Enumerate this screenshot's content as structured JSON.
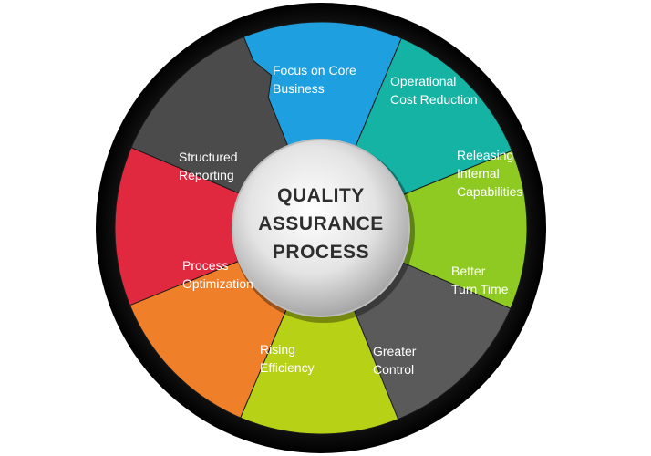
{
  "diagram": {
    "center": {
      "lines": [
        "QUALITY",
        "ASSURANCE",
        "PROCESS"
      ]
    },
    "segments": [
      {
        "lines": [
          "Focus on Core",
          "Business"
        ],
        "color": "#1ea0e0"
      },
      {
        "lines": [
          "Operational",
          "Cost Reduction"
        ],
        "color": "#14b3a4"
      },
      {
        "lines": [
          "Releasing",
          "Internal",
          "Capabilities"
        ],
        "color": "#8fca22"
      },
      {
        "lines": [
          "Better",
          "Turn Time"
        ],
        "color": "#5a5a5a"
      },
      {
        "lines": [
          "Greater",
          "Control"
        ],
        "color": "#b6d116"
      },
      {
        "lines": [
          "Rising",
          "Efficiency"
        ],
        "color": "#f07f2a"
      },
      {
        "lines": [
          "Process",
          "Optimization"
        ],
        "color": "#e0293f"
      },
      {
        "lines": [
          "Structured",
          "Reporting"
        ],
        "color": "#4b4b4b"
      }
    ],
    "ring_color": "#141414",
    "hub_color": "#d8d8d8"
  }
}
